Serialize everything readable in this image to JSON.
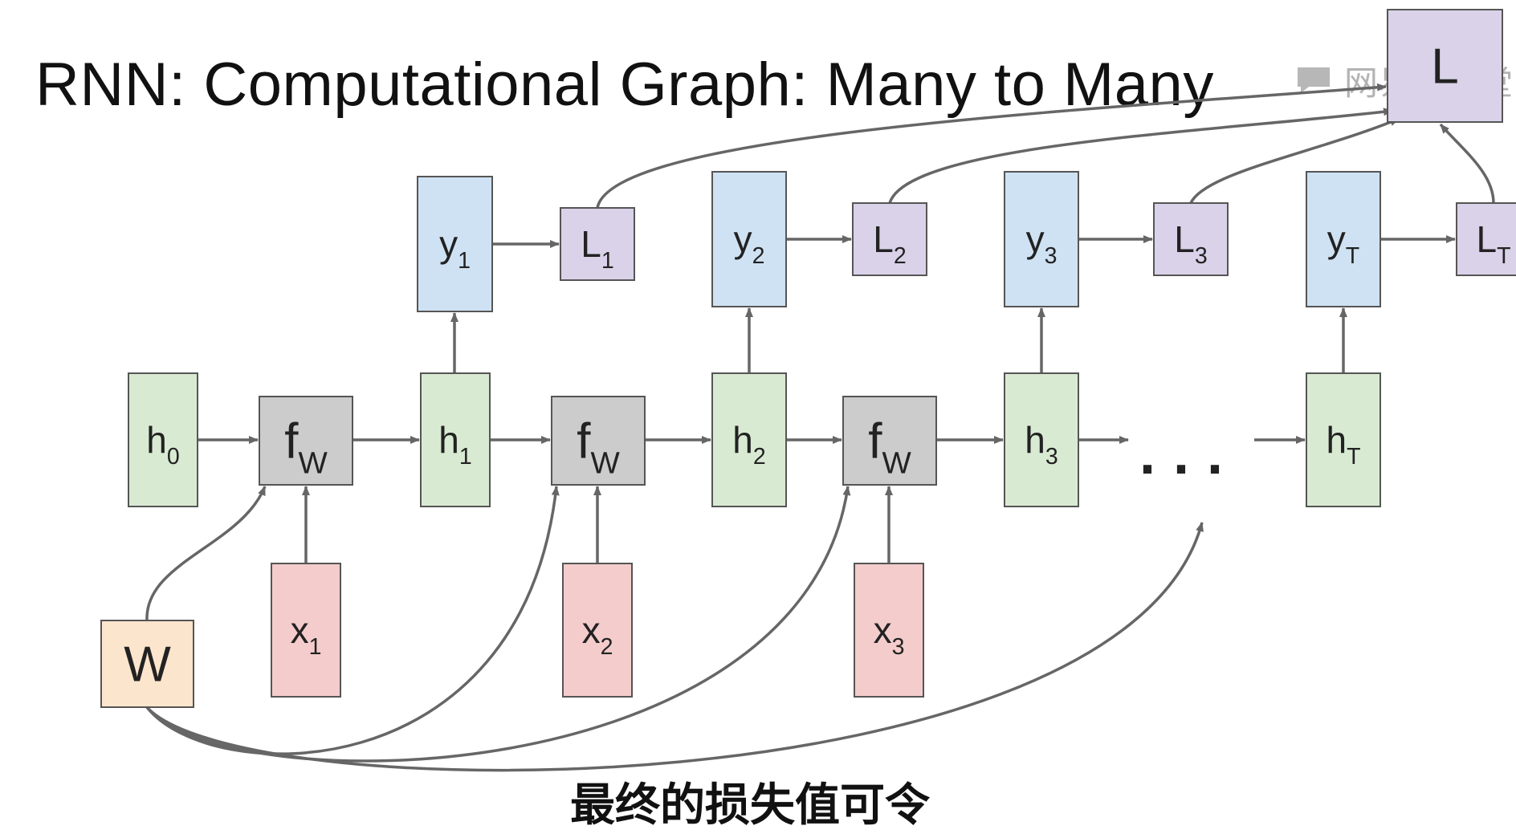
{
  "title": "RNN: Computational Graph: Many to Many",
  "watermark": {
    "text": "网易云课堂",
    "icon": "chat-bubble-icon"
  },
  "subtitle_caption": "最终的损失值可令",
  "ellipsis": "...",
  "colors": {
    "hidden": "#d9ead3",
    "function": "#cccccc",
    "input": "#f4cccc",
    "output": "#cfe2f3",
    "loss": "#d9d2e9",
    "weight": "#fce5cd",
    "edge": "#666666",
    "border": "#555555"
  },
  "nodes": {
    "h0": {
      "base": "h",
      "sub": "0"
    },
    "fw1": {
      "base": "f",
      "sub": "W"
    },
    "h1": {
      "base": "h",
      "sub": "1"
    },
    "fw2": {
      "base": "f",
      "sub": "W"
    },
    "h2": {
      "base": "h",
      "sub": "2"
    },
    "fw3": {
      "base": "f",
      "sub": "W"
    },
    "h3": {
      "base": "h",
      "sub": "3"
    },
    "hT": {
      "base": "h",
      "sub": "T"
    },
    "x1": {
      "base": "x",
      "sub": "1"
    },
    "x2": {
      "base": "x",
      "sub": "2"
    },
    "x3": {
      "base": "x",
      "sub": "3"
    },
    "y1": {
      "base": "y",
      "sub": "1"
    },
    "y2": {
      "base": "y",
      "sub": "2"
    },
    "y3": {
      "base": "y",
      "sub": "3"
    },
    "yT": {
      "base": "y",
      "sub": "T"
    },
    "L1": {
      "base": "L",
      "sub": "1"
    },
    "L2": {
      "base": "L",
      "sub": "2"
    },
    "L3": {
      "base": "L",
      "sub": "3"
    },
    "LT": {
      "base": "L",
      "sub": "T"
    },
    "L": {
      "base": "L",
      "sub": ""
    },
    "W": {
      "base": "W",
      "sub": ""
    }
  }
}
